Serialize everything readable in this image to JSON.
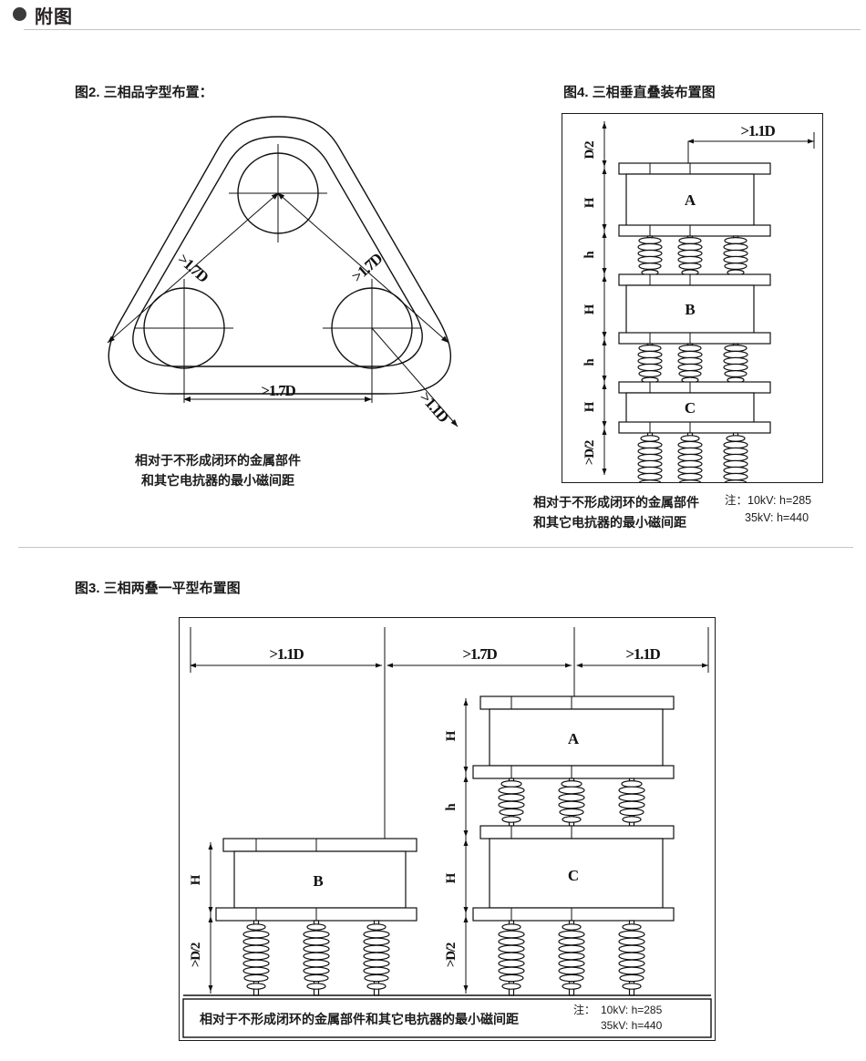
{
  "header": {
    "bullet": "filled-circle",
    "title": "附图"
  },
  "figures": [
    {
      "id": "fig2",
      "caption": "图2.  三相品字型布置：",
      "type": "triangular-arrangement",
      "dimensions": {
        "side_upper_left": ">1.7D",
        "side_upper_right": ">1.7D",
        "base": ">1.7D",
        "clearance": ">1.1D"
      },
      "note_lines": [
        "相对于不形成闭环的金属部件",
        "和其它电抗器的最小磁间距"
      ]
    },
    {
      "id": "fig4",
      "caption": "图4.  三相垂直叠装布置图",
      "type": "vertical-stacked-arrangement",
      "phases": [
        "A",
        "B",
        "C"
      ],
      "dimensions": {
        "top_clearance": "D/2",
        "reactor_height": "H",
        "insulator_gap": "h",
        "ground_clearance": ">D/2",
        "horizontal_clearance": ">1.1D"
      },
      "note_lines": [
        "相对于不形成闭环的金属部件",
        "和其它电抗器的最小磁间距"
      ],
      "h_note": {
        "label": "注：",
        "rows": [
          "10kV:  h=285",
          "35kV:  h=440"
        ]
      }
    },
    {
      "id": "fig3",
      "caption": "图3.  三相两叠一平型布置图",
      "type": "two-stacked-one-flat-arrangement",
      "phases": [
        "A",
        "B",
        "C"
      ],
      "top_dimensions": [
        ">1.1D",
        ">1.7D",
        ">1.1D"
      ],
      "dimensions": {
        "reactor_height": "H",
        "insulator_gap": "h",
        "ground_clearance": ">D/2"
      },
      "caption_bar": {
        "text": "相对于不形成闭环的金属部件和其它电抗器的最小磁间距",
        "note_label": "注：",
        "note_rows": [
          "10kV:  h=285",
          "35kV:  h=440"
        ]
      }
    }
  ],
  "colors": {
    "line": "#111111",
    "text": "#231f20",
    "rule": "#c3c3c3",
    "background": "#ffffff"
  }
}
